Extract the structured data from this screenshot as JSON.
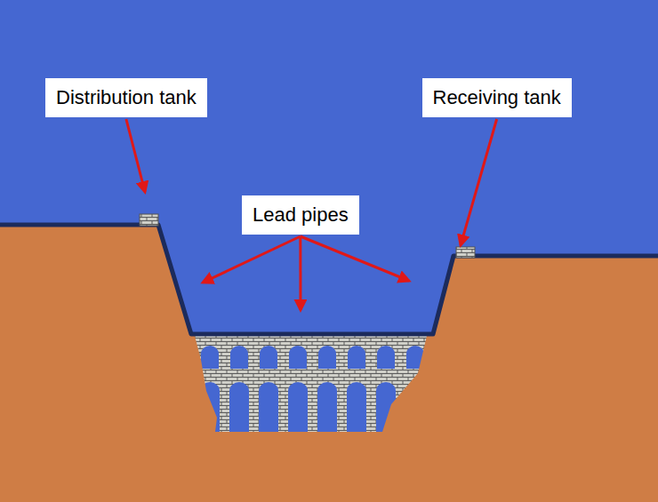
{
  "diagram": {
    "nodes": [
      {
        "text": [
          "Distribution tank"
        ]
      },
      {
        "text": [
          "Receiving tank"
        ]
      },
      {
        "text": [
          "Lead pipes"
        ]
      }
    ]
  }
}
